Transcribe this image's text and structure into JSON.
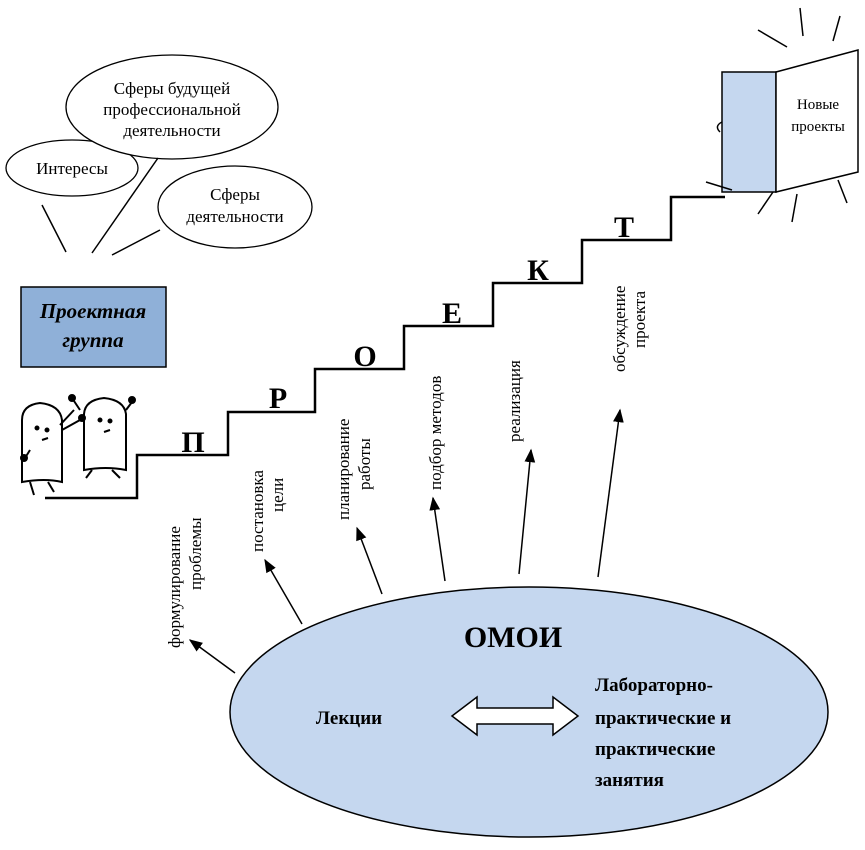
{
  "bubbles": {
    "interests": "Интересы",
    "future_spheres": [
      "Сферы будущей",
      "профессиональной",
      "деятельности"
    ],
    "spheres": [
      "Сферы",
      "деятельности"
    ]
  },
  "project_group": [
    "Проектная",
    "группа"
  ],
  "door": {
    "label": [
      "Новые",
      "проекты"
    ]
  },
  "stair_letters": [
    "П",
    "Р",
    "О",
    "Е",
    "К",
    "Т"
  ],
  "stage_labels": {
    "s1": [
      "формулирование",
      "проблемы"
    ],
    "s2": [
      "постановка",
      "цели"
    ],
    "s3": [
      "планирование",
      "работы"
    ],
    "s4": "подбор методов",
    "s5": "реализация",
    "s6": [
      "обсуждение",
      "проекта"
    ]
  },
  "ellipse": {
    "title": "ОМОИ",
    "left": "Лекции",
    "right": [
      "Лабораторно-",
      "практические  и",
      "практические",
      "занятия"
    ]
  },
  "colors": {
    "fill_blue": "#c5d7ef",
    "group_box": "#8fb0d8",
    "stroke": "#000000"
  }
}
